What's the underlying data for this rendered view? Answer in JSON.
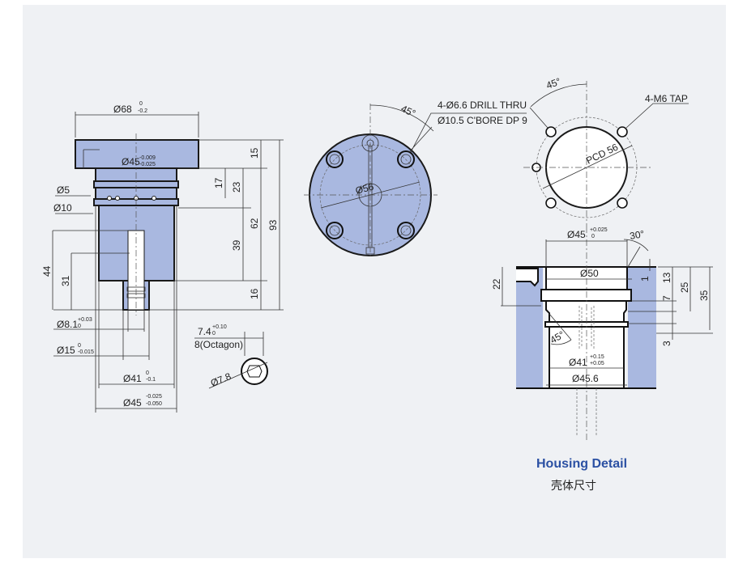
{
  "caption": {
    "title": "Housing Detail",
    "subtitle": "壳体尺寸"
  },
  "side_view": {
    "d68": "Ø68",
    "d68_tol_up": "0",
    "d68_tol_low": "-0.2",
    "d45": "Ø45",
    "d45_tol_up": "-0.009",
    "d45_tol_low": "-0.025",
    "d5": "Ø5",
    "d10": "Ø10",
    "h15": "15",
    "h17": "17",
    "h23": "23",
    "h62": "62",
    "h93": "93",
    "h39": "39",
    "h16": "16",
    "h44": "44",
    "h31": "31",
    "d81": "Ø8.1",
    "d81_tol_up": "+0.03",
    "d81_tol_low": "0",
    "d15": "Ø15",
    "d15_tol_up": "0",
    "d15_tol_low": "-0.015",
    "d41": "Ø41",
    "d41_tol_up": "0",
    "d41_tol_low": "-0.1",
    "d45b": "Ø45",
    "d45b_tol_up": "-0.025",
    "d45b_tol_low": "-0.050"
  },
  "octagon_detail": {
    "size": "7.4",
    "tol_up": "+0.10",
    "tol_low": "0",
    "label": "8(Octagon)",
    "dia": "Ø7.8"
  },
  "top_view": {
    "angle": "45°",
    "dia": "Ø56",
    "note1": "4-Ø6.6 DRILL THRU",
    "note2": "Ø10.5 C'BORE DP 9"
  },
  "housing_top": {
    "angle": "45°",
    "pcd": "PCD 56",
    "tap": "4-M6 TAP"
  },
  "housing_section": {
    "d45": "Ø45",
    "d45_tol_up": "+0.025",
    "d45_tol_low": "0",
    "angle30": "30°",
    "d50": "Ø50",
    "h22": "22",
    "h1": "1",
    "h13": "13",
    "h7": "7",
    "h25": "25",
    "h35": "35",
    "h3": "3",
    "angle45": "45°",
    "d41": "Ø41",
    "d41_tol_up": "+0.15",
    "d41_tol_low": "+0.05",
    "d456": "Ø45.6"
  },
  "colors": {
    "fill": "#a9b8e0",
    "caption": "#2b50a3",
    "panel": "#eff1f4"
  }
}
